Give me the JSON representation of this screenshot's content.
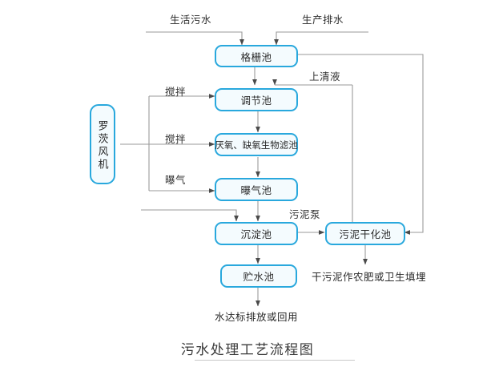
{
  "diagram": {
    "title": "污水处理工艺流程图",
    "nodes": [
      {
        "id": "blower",
        "label": "罗茨风机"
      },
      {
        "id": "grille",
        "label": "格栅池"
      },
      {
        "id": "adjust",
        "label": "调节池"
      },
      {
        "id": "biofilter",
        "label": "厌氧、缺氧生物滤池"
      },
      {
        "id": "aeration",
        "label": "曝气池"
      },
      {
        "id": "settle",
        "label": "沉淀池"
      },
      {
        "id": "storage",
        "label": "贮水池"
      },
      {
        "id": "sludge",
        "label": "污泥干化池"
      }
    ],
    "inputs": [
      {
        "id": "domestic-sewage",
        "label": "生活污水"
      },
      {
        "id": "industrial-sewage",
        "label": "生产排水"
      }
    ],
    "edge_labels": [
      {
        "id": "stir-1",
        "label": "搅拌"
      },
      {
        "id": "stir-2",
        "label": "搅拌"
      },
      {
        "id": "aerate",
        "label": "曝气"
      },
      {
        "id": "supernatant",
        "label": "上清液"
      },
      {
        "id": "sludge-pump",
        "label": "污泥泵"
      }
    ],
    "outputs": [
      {
        "id": "water-output",
        "label": "水达标排放或回用"
      },
      {
        "id": "sludge-output",
        "label": "干污泥作农肥或卫生填埋"
      }
    ],
    "colors": {
      "node_border": "#29a8dd",
      "node_fill": "#f4fbfe",
      "wire": "#9a9a9a",
      "text": "#2b2b2b"
    }
  }
}
